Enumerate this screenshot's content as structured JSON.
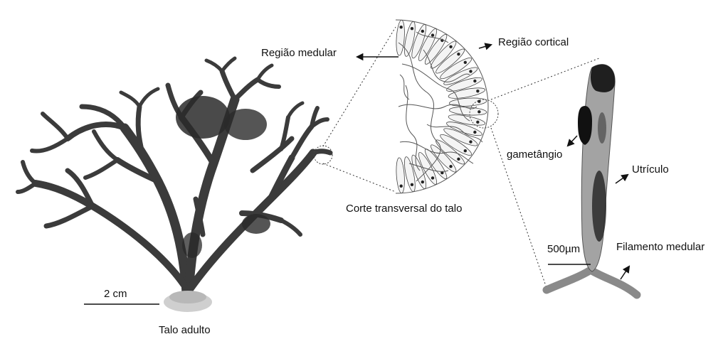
{
  "figure": {
    "labels": {
      "medullary_region": "Região medular",
      "cortical_region": "Região cortical",
      "gametangium": "gametângio",
      "utricle": "Utrículo",
      "cross_section": "Corte transversal do talo",
      "scale_thallus": "2 cm",
      "adult_thallus": "Talo adulto",
      "scale_utricle": "500µm",
      "medullary_filament": "Filamento medular"
    },
    "colors": {
      "thallus": "#3b3b3b",
      "thallus_dark": "#1f1f1f",
      "holdfast": "#cfcfcf",
      "utricle_body": "#9a9a9a",
      "utricle_dark": "#202020",
      "line": "#111111"
    }
  }
}
